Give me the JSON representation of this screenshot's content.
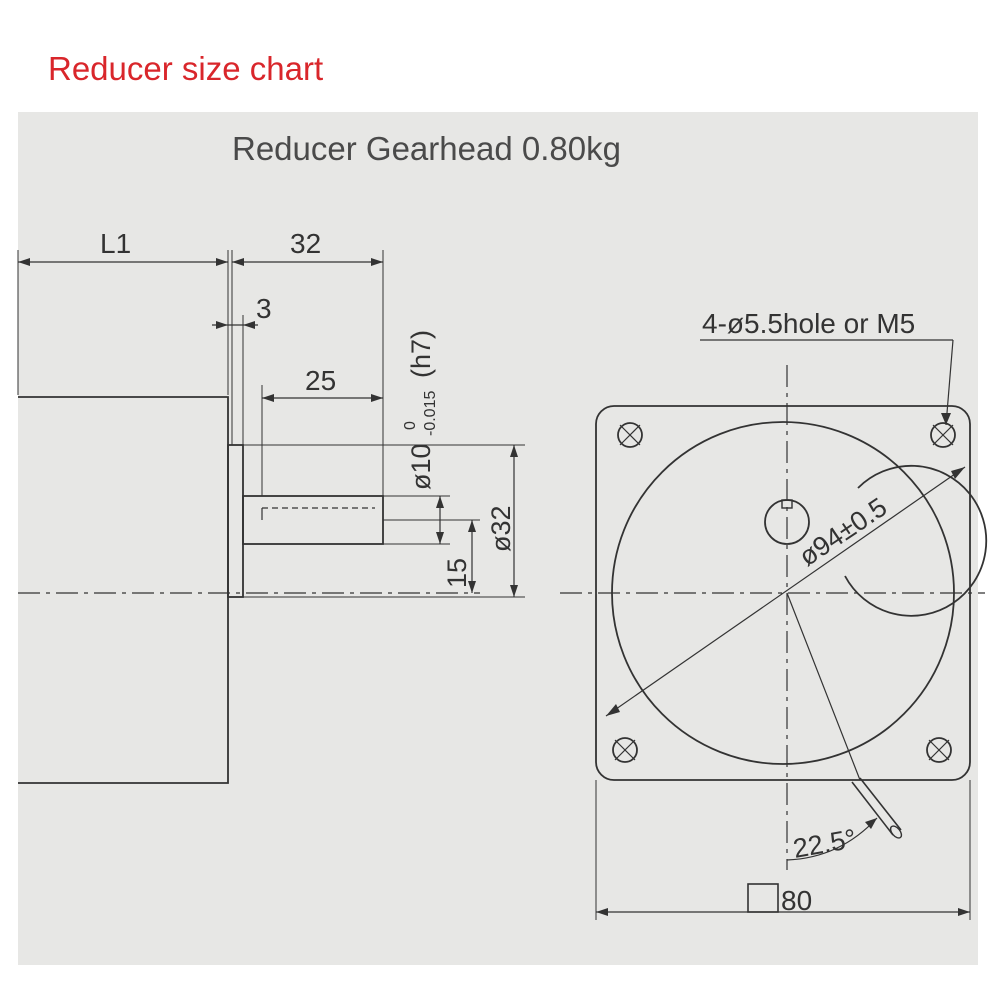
{
  "header": {
    "title": "Reducer size chart"
  },
  "drawing": {
    "subtitle": "Reducer Gearhead 0.80kg",
    "side_view": {
      "dim_body_length": "L1",
      "dim_shaft_total": "32",
      "dim_flange": "3",
      "dim_key_length": "25",
      "dim_shaft_diameter": "ø10",
      "dim_shaft_tol_upper": "0",
      "dim_shaft_tol_lower": "-0.015",
      "dim_shaft_fit": "(h7)",
      "dim_boss_diameter": "ø32",
      "dim_shaft_height": "15"
    },
    "front_view": {
      "hole_label": "4-ø5.5hole or M5",
      "pcd_label": "ø94±0.5",
      "angle_label": "22.5°",
      "square_size": "80"
    }
  },
  "colors": {
    "header": "#d9262b",
    "paper": "#e7e7e5",
    "line": "#333333"
  }
}
